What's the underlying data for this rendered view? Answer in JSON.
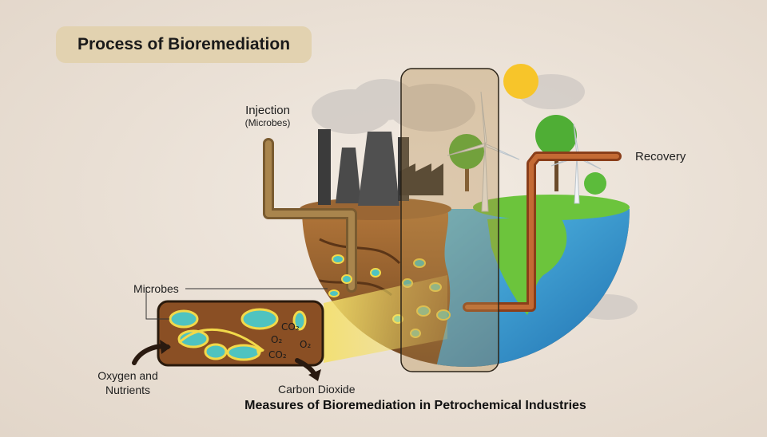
{
  "title": "Process of Bioremediation",
  "caption": "Measures of Bioremediation in Petrochemical Industries",
  "labels": {
    "injection": "Injection",
    "injection_sub": "(Microbes)",
    "recovery": "Recovery",
    "microbes": "Microbes",
    "oxygen_nutrients_line1": "Oxygen and",
    "oxygen_nutrients_line2": "Nutrients",
    "carbon_dioxide": "Carbon Dioxide"
  },
  "inset_formulas": {
    "co2_top": "CO₂",
    "o2_left": "O₂",
    "o2_right": "O₂",
    "co2_bottom": "CO₂"
  },
  "colors": {
    "title_pill": "#e2d2b0",
    "soil": "#8a5a2b",
    "microbe": "#4fc3c0",
    "microbe_ring": "#f2d94a",
    "pipe_copper": "#b5652f",
    "pipe_brass": "#8a6a3a",
    "water": "#2f8fd0",
    "grass": "#6cc43c"
  },
  "icons": [
    "sun-icon",
    "factory-icon",
    "wind-turbine-icon",
    "tree-icon",
    "pipe-icon",
    "cloud-icon"
  ]
}
